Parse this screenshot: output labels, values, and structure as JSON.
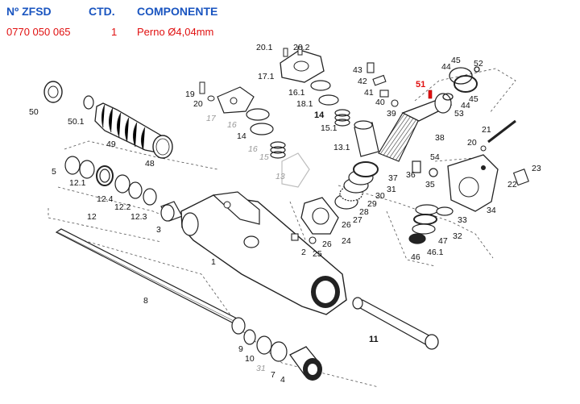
{
  "header": {
    "col_code": "Nº ZFSD",
    "col_qty": "CTD.",
    "col_component": "COMPONENTE"
  },
  "selected_row": {
    "code": "0770 050 065",
    "qty": "1",
    "component": "Perno Ø4,04mm"
  },
  "colors": {
    "header": "#1a55c0",
    "highlight": "#e01010"
  },
  "highlighted_part": "51",
  "parts": [
    {
      "id": "1"
    },
    {
      "id": "2"
    },
    {
      "id": "3"
    },
    {
      "id": "4"
    },
    {
      "id": "5"
    },
    {
      "id": "7"
    },
    {
      "id": "8"
    },
    {
      "id": "9"
    },
    {
      "id": "10"
    },
    {
      "id": "11"
    },
    {
      "id": "12"
    },
    {
      "id": "12.1"
    },
    {
      "id": "12.2"
    },
    {
      "id": "12.3"
    },
    {
      "id": "12.4"
    },
    {
      "id": "13",
      "faded": true
    },
    {
      "id": "13.1"
    },
    {
      "id": "14"
    },
    {
      "id": "14b"
    },
    {
      "id": "15",
      "faded": true
    },
    {
      "id": "15.1"
    },
    {
      "id": "16",
      "faded": true
    },
    {
      "id": "16b",
      "faded": true
    },
    {
      "id": "16.1"
    },
    {
      "id": "17",
      "faded": true
    },
    {
      "id": "17.1"
    },
    {
      "id": "18.1"
    },
    {
      "id": "19"
    },
    {
      "id": "20"
    },
    {
      "id": "20b"
    },
    {
      "id": "20.1"
    },
    {
      "id": "20.2"
    },
    {
      "id": "21"
    },
    {
      "id": "22"
    },
    {
      "id": "23"
    },
    {
      "id": "24"
    },
    {
      "id": "25"
    },
    {
      "id": "26"
    },
    {
      "id": "26b"
    },
    {
      "id": "27"
    },
    {
      "id": "28"
    },
    {
      "id": "29"
    },
    {
      "id": "30"
    },
    {
      "id": "31"
    },
    {
      "id": "31b",
      "faded": true
    },
    {
      "id": "32"
    },
    {
      "id": "33"
    },
    {
      "id": "34"
    },
    {
      "id": "35"
    },
    {
      "id": "36"
    },
    {
      "id": "37"
    },
    {
      "id": "38"
    },
    {
      "id": "39"
    },
    {
      "id": "40"
    },
    {
      "id": "41"
    },
    {
      "id": "42"
    },
    {
      "id": "43"
    },
    {
      "id": "44"
    },
    {
      "id": "44b"
    },
    {
      "id": "45"
    },
    {
      "id": "45b"
    },
    {
      "id": "46"
    },
    {
      "id": "46.1"
    },
    {
      "id": "47"
    },
    {
      "id": "48"
    },
    {
      "id": "49"
    },
    {
      "id": "50"
    },
    {
      "id": "50.1"
    },
    {
      "id": "51"
    },
    {
      "id": "52"
    },
    {
      "id": "53"
    },
    {
      "id": "54"
    }
  ],
  "labels": {
    "p1": "1",
    "p2": "2",
    "p3": "3",
    "p4": "4",
    "p5": "5",
    "p7": "7",
    "p8": "8",
    "p9": "9",
    "p10": "10",
    "p11": "11",
    "p12": "12",
    "p12_1": "12.1",
    "p12_2": "12.2",
    "p12_3": "12.3",
    "p12_4": "12.4",
    "p13": "13",
    "p13_1": "13.1",
    "p14": "14",
    "p14b": "14",
    "p15": "15",
    "p15_1": "15.1",
    "p16": "16",
    "p16b": "16",
    "p16_1": "16.1",
    "p17": "17",
    "p17_1": "17.1",
    "p18_1": "18.1",
    "p19": "19",
    "p20": "20",
    "p20b": "20",
    "p20_1": "20.1",
    "p20_2": "20.2",
    "p21": "21",
    "p22": "22",
    "p23": "23",
    "p24": "24",
    "p25": "25",
    "p26": "26",
    "p26b": "26",
    "p27": "27",
    "p28": "28",
    "p29": "29",
    "p30": "30",
    "p31": "31",
    "p31b": "31",
    "p32": "32",
    "p33": "33",
    "p34": "34",
    "p35": "35",
    "p36": "36",
    "p37": "37",
    "p38": "38",
    "p39": "39",
    "p40": "40",
    "p41": "41",
    "p42": "42",
    "p43": "43",
    "p44": "44",
    "p44b": "44",
    "p45": "45",
    "p45b": "45",
    "p46": "46",
    "p46_1": "46.1",
    "p47": "47",
    "p48": "48",
    "p49": "49",
    "p50": "50",
    "p50_1": "50.1",
    "p51": "51",
    "p52": "52",
    "p53": "53",
    "p54": "54"
  }
}
